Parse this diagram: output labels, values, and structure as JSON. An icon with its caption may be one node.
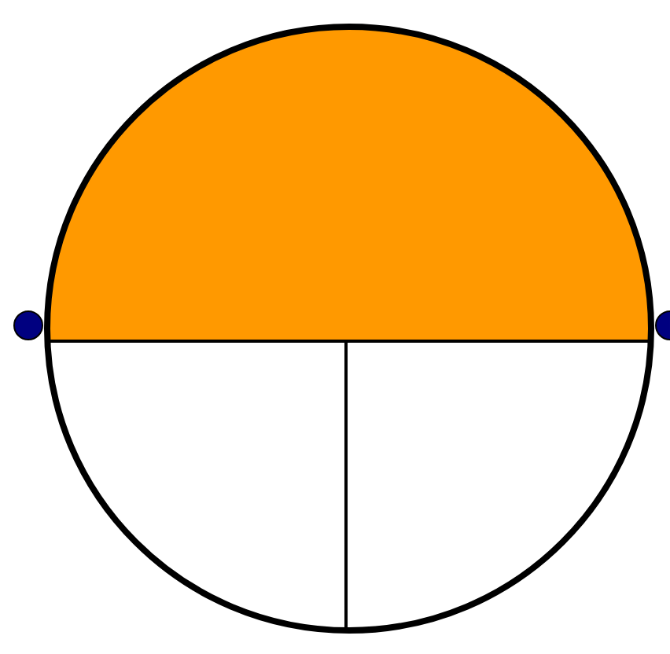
{
  "diagram": {
    "nodes": [
      {
        "text": [],
        "shape": "semicircle"
      },
      {
        "text": [],
        "shape": "sector"
      },
      {
        "text": [],
        "shape": "sector"
      },
      {
        "text": [],
        "shape": "circle"
      },
      {
        "text": [],
        "shape": "circle"
      }
    ]
  }
}
